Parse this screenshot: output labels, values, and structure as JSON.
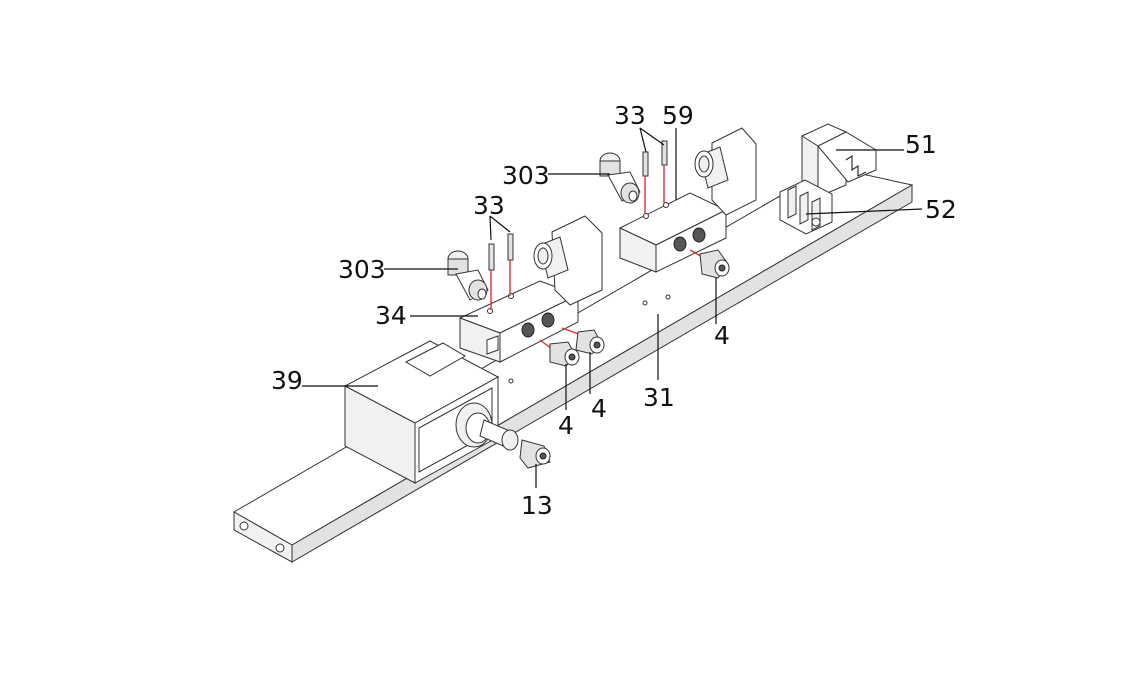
{
  "diagram": {
    "labels": [
      {
        "id": "33-right",
        "text": "33"
      },
      {
        "id": "59",
        "text": "59"
      },
      {
        "id": "51",
        "text": "51"
      },
      {
        "id": "303-right",
        "text": "303"
      },
      {
        "id": "52",
        "text": "52"
      },
      {
        "id": "33-left",
        "text": "33"
      },
      {
        "id": "303-left",
        "text": "303"
      },
      {
        "id": "34",
        "text": "34"
      },
      {
        "id": "4-right",
        "text": "4"
      },
      {
        "id": "39",
        "text": "39"
      },
      {
        "id": "31",
        "text": "31"
      },
      {
        "id": "4-mid-right",
        "text": "4"
      },
      {
        "id": "4-mid-left",
        "text": "4"
      },
      {
        "id": "13",
        "text": "13"
      }
    ]
  }
}
